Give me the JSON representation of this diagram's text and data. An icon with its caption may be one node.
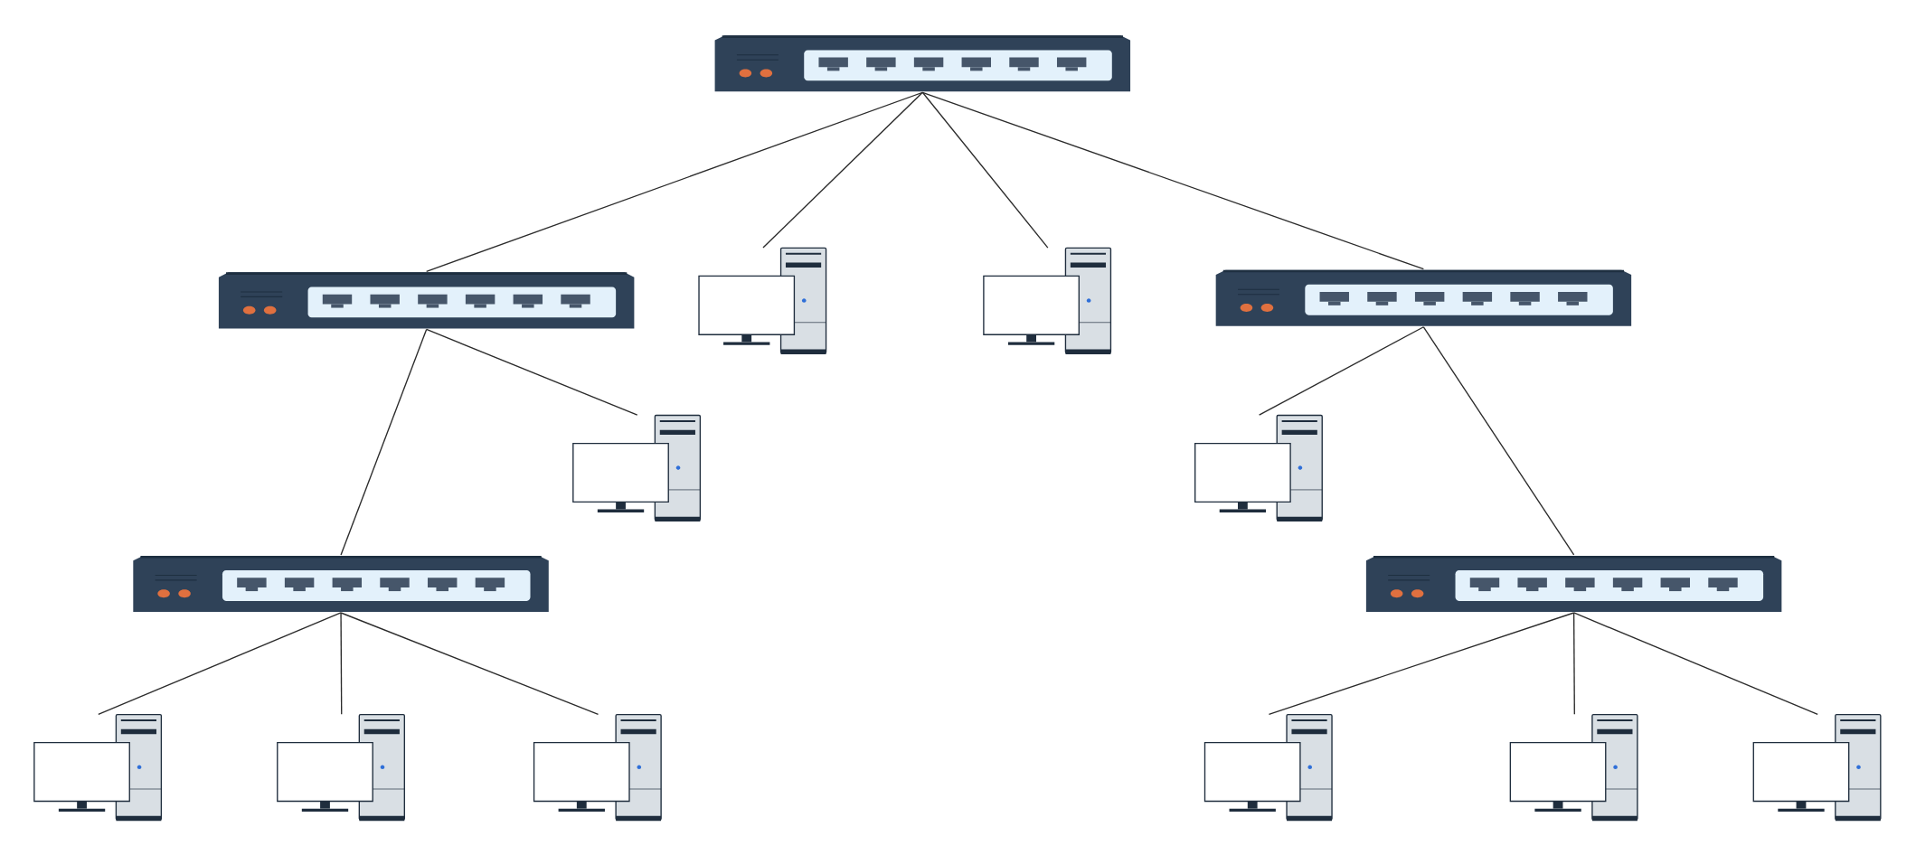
{
  "diagram": {
    "nodes": [
      {
        "text": [],
        "shape": "switch"
      },
      {
        "text": [],
        "shape": "switch"
      },
      {
        "text": [],
        "shape": "computer"
      },
      {
        "text": [],
        "shape": "computer"
      },
      {
        "text": [],
        "shape": "switch"
      },
      {
        "text": [],
        "shape": "computer"
      },
      {
        "text": [],
        "shape": "computer"
      },
      {
        "text": [],
        "shape": "switch"
      },
      {
        "text": [],
        "shape": "switch"
      },
      {
        "text": [],
        "shape": "computer"
      },
      {
        "text": [],
        "shape": "computer"
      },
      {
        "text": [],
        "shape": "computer"
      },
      {
        "text": [],
        "shape": "computer"
      },
      {
        "text": [],
        "shape": "computer"
      },
      {
        "text": [],
        "shape": "computer"
      }
    ],
    "edges": [
      {
        "from": 0,
        "to": 1,
        "arrow": "none"
      },
      {
        "from": 0,
        "to": 2,
        "arrow": "none"
      },
      {
        "from": 0,
        "to": 3,
        "arrow": "none"
      },
      {
        "from": 0,
        "to": 4,
        "arrow": "none"
      },
      {
        "from": 1,
        "to": 7,
        "arrow": "none"
      },
      {
        "from": 1,
        "to": 5,
        "arrow": "none"
      },
      {
        "from": 4,
        "to": 6,
        "arrow": "none"
      },
      {
        "from": 4,
        "to": 8,
        "arrow": "none"
      },
      {
        "from": 7,
        "to": 9,
        "arrow": "none"
      },
      {
        "from": 7,
        "to": 10,
        "arrow": "none"
      },
      {
        "from": 7,
        "to": 11,
        "arrow": "none"
      },
      {
        "from": 8,
        "to": 12,
        "arrow": "none"
      },
      {
        "from": 8,
        "to": 13,
        "arrow": "none"
      },
      {
        "from": 8,
        "to": 14,
        "arrow": "none"
      }
    ]
  }
}
